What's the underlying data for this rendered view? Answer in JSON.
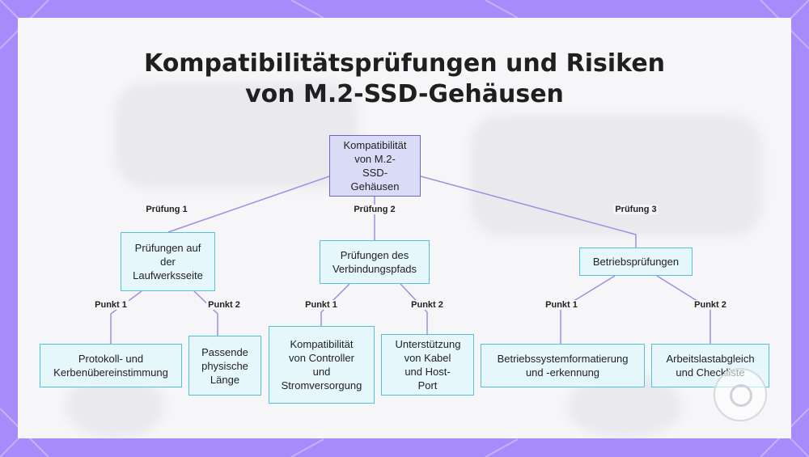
{
  "title": {
    "line1": "Kompatibilitätsprüfungen und Risiken",
    "line2": "von M.2-SSD-Gehäusen"
  },
  "colors": {
    "frame": "#a78bfa",
    "root_fill": "#d9dbf7",
    "root_border": "#6b66c9",
    "node_fill": "#e6f7fb",
    "node_border": "#4fc3d9",
    "edge": "#a58be0"
  },
  "diagram": {
    "root": "Kompatibilität von M.2-SSD-Gehäusen",
    "branches": [
      {
        "edge_label": "Prüfung 1",
        "node": "Prüfungen auf der Laufwerksseite",
        "children": [
          {
            "edge_label": "Punkt 1",
            "node": "Protokoll- und Kerbenübereinstimmung"
          },
          {
            "edge_label": "Punkt 2",
            "node": "Passende physische Länge"
          }
        ]
      },
      {
        "edge_label": "Prüfung 2",
        "node": "Prüfungen des Verbindungspfads",
        "children": [
          {
            "edge_label": "Punkt 1",
            "node": "Kompatibilität von Controller und Stromversorgung"
          },
          {
            "edge_label": "Punkt 2",
            "node": "Unterstützung von Kabel und Host-Port"
          }
        ]
      },
      {
        "edge_label": "Prüfung 3",
        "node": "Betriebsprüfungen",
        "children": [
          {
            "edge_label": "Punkt 1",
            "node": "Betriebssystemformatierung und -erkennung"
          },
          {
            "edge_label": "Punkt 2",
            "node": "Arbeitslastabgleich und Checkliste"
          }
        ]
      }
    ]
  }
}
